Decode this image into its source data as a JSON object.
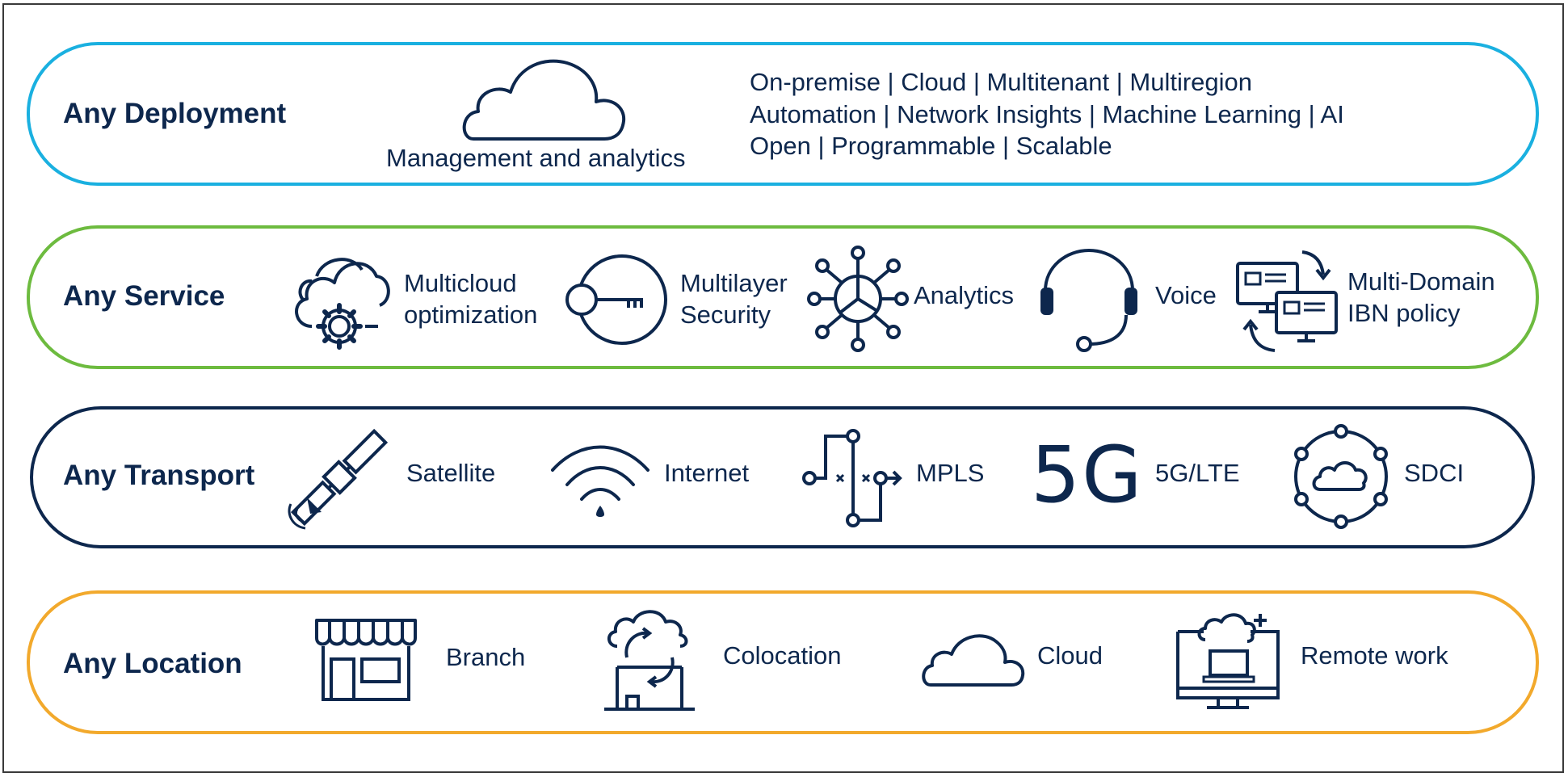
{
  "colors": {
    "navy": "#0d274d",
    "deployment": "#1ab0e0",
    "service": "#6dbb3f",
    "transport": "#0d274d",
    "location": "#f2a92c"
  },
  "deployment": {
    "title": "Any Deployment",
    "icon": "cloud-icon",
    "caption": "Management and analytics",
    "lines": [
      "On-premise | Cloud | Multitenant | Multiregion",
      "Automation | Network Insights | Machine Learning | AI",
      "Open | Programmable | Scalable"
    ]
  },
  "service": {
    "title": "Any Service",
    "items": [
      {
        "icon": "multicloud-gear-icon",
        "line1": "Multicloud",
        "line2": "optimization"
      },
      {
        "icon": "key-icon",
        "line1": "Multilayer",
        "line2": "Security"
      },
      {
        "icon": "analytics-hub-icon",
        "line1": "Analytics"
      },
      {
        "icon": "headset-icon",
        "line1": "Voice"
      },
      {
        "icon": "policy-screens-icon",
        "line1": "Multi-Domain",
        "line2": "IBN policy"
      }
    ]
  },
  "transport": {
    "title": "Any Transport",
    "items": [
      {
        "icon": "satellite-icon",
        "label": "Satellite"
      },
      {
        "icon": "wifi-icon",
        "label": "Internet"
      },
      {
        "icon": "mpls-icon",
        "label": "MPLS"
      },
      {
        "icon": "5g-icon",
        "glyph": "5G",
        "label": "5G/LTE"
      },
      {
        "icon": "sdci-icon",
        "label": "SDCI"
      }
    ]
  },
  "location": {
    "title": "Any Location",
    "items": [
      {
        "icon": "storefront-icon",
        "label": "Branch"
      },
      {
        "icon": "colocation-icon",
        "label": "Colocation"
      },
      {
        "icon": "cloud-icon",
        "label": "Cloud"
      },
      {
        "icon": "remote-work-icon",
        "label": "Remote work"
      }
    ]
  }
}
